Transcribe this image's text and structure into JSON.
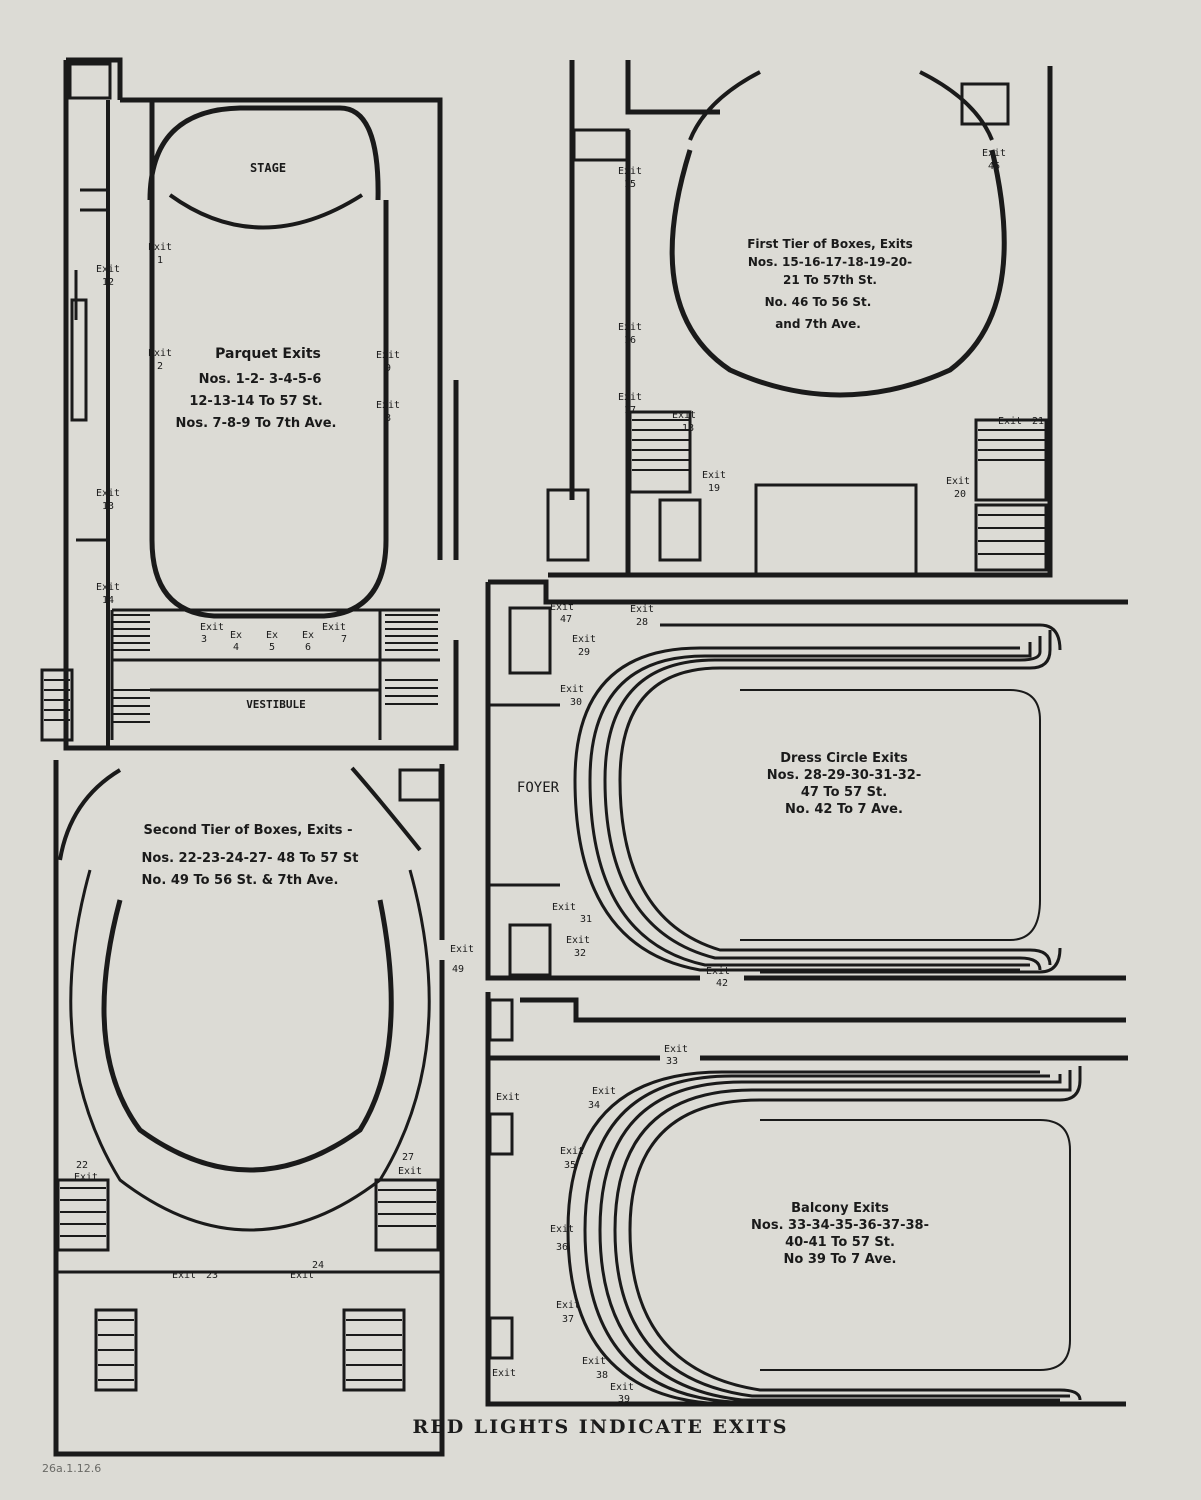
{
  "panels": {
    "parquet": {
      "stage": "STAGE",
      "vestibule": "VESTIBULE",
      "title": "Parquet Exits",
      "lines": [
        "Nos. 1-2- 3-4-5-6",
        "12-13-14 To 57 St.",
        "Nos. 7-8-9 To 7th Ave."
      ],
      "exits": [
        {
          "word": "Exit",
          "num": "1"
        },
        {
          "word": "Exit",
          "num": "2"
        },
        {
          "word": "Exit",
          "num": "9"
        },
        {
          "word": "Exit",
          "num": "8"
        },
        {
          "word": "Exit",
          "num": "12"
        },
        {
          "word": "Exit",
          "num": "13"
        },
        {
          "word": "Exit",
          "num": "14"
        },
        {
          "word": "Exit",
          "num": "3"
        },
        {
          "word": "Ex",
          "num": "4"
        },
        {
          "word": "Ex",
          "num": "5"
        },
        {
          "word": "Ex",
          "num": "6"
        },
        {
          "word": "Exit",
          "num": "7"
        }
      ]
    },
    "first_tier": {
      "lines": [
        "First Tier of Boxes, Exits",
        "Nos. 15-16-17-18-19-20-",
        "21 To 57th St.",
        "No. 46 To 56 St.",
        "and 7th Ave."
      ],
      "exits": [
        {
          "word": "Exit",
          "num": "15"
        },
        {
          "word": "Exit",
          "num": "16"
        },
        {
          "word": "Exit",
          "num": "17"
        },
        {
          "word": "Exit",
          "num": "18"
        },
        {
          "word": "Exit",
          "num": "19"
        },
        {
          "word": "Exit",
          "num": "46"
        },
        {
          "word": "Exit",
          "num": "20"
        },
        {
          "word": "Exit",
          "num": "21"
        }
      ]
    },
    "second_tier": {
      "lines": [
        "Second Tier of Boxes, Exits -",
        "Nos. 22-23-24-27- 48 To 57 St",
        "No. 49 To 56 St. & 7th Ave."
      ],
      "exits": [
        {
          "word": "Exit",
          "num": "49"
        },
        {
          "word": "Exit",
          "num": "22"
        },
        {
          "word": "Exit",
          "num": "27"
        },
        {
          "word": "Exit",
          "num": "23"
        },
        {
          "word": "Exit",
          "num": "24"
        }
      ]
    },
    "dress_circle": {
      "foyer": "FOYER",
      "lines": [
        "Dress Circle Exits",
        "Nos. 28-29-30-31-32-",
        "47 To 57 St.",
        "No. 42 To 7 Ave."
      ],
      "exits": [
        {
          "word": "Exit",
          "num": "47"
        },
        {
          "word": "Exit",
          "num": "28"
        },
        {
          "word": "Exit",
          "num": "29"
        },
        {
          "word": "Exit",
          "num": "30"
        },
        {
          "word": "Exit",
          "num": "31"
        },
        {
          "word": "Exit",
          "num": "32"
        },
        {
          "word": "Exit",
          "num": "42"
        }
      ]
    },
    "balcony": {
      "lines": [
        "Balcony Exits",
        "Nos. 33-34-35-36-37-38-",
        "40-41 To 57 St.",
        "No 39 To 7 Ave."
      ],
      "exits": [
        {
          "word": "Exit",
          "num": "33"
        },
        {
          "word": "Exit",
          "num": "34"
        },
        {
          "word": "Exit",
          "num": "35"
        },
        {
          "word": "Exit",
          "num": "36"
        },
        {
          "word": "Exit",
          "num": "37"
        },
        {
          "word": "Exit",
          "num": "38"
        },
        {
          "word": "Exit",
          "num": "39"
        },
        {
          "word": "Exit",
          "num": ""
        },
        {
          "word": "Exit",
          "num": ""
        }
      ]
    }
  },
  "footer": "RED LIGHTS INDICATE EXITS",
  "archive_mark": "26a.1.12.6",
  "colors": {
    "paper": "#dcdbd5",
    "ink": "#1a1a1a"
  }
}
